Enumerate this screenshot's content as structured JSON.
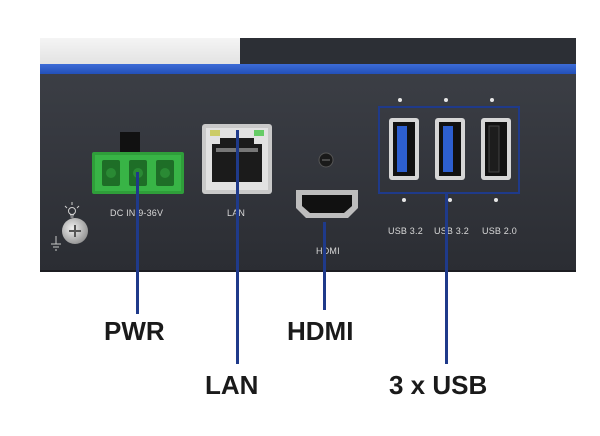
{
  "ports": {
    "pwr_label": "DC IN 9-36V",
    "lan_label": "LAN",
    "hdmi_label": "HDMI",
    "usb1_label": "USB 3.2",
    "usb2_label": "USB 3.2",
    "usb3_label": "USB 2.0"
  },
  "callouts": {
    "pwr": "PWR",
    "lan": "LAN",
    "hdmi": "HDMI",
    "usb": "3 x USB"
  },
  "colors": {
    "callout_line": "#1f3a8a",
    "accent_stripe": "#2a58c4",
    "terminal_green": "#2f9e3a",
    "usb3_blue": "#2d5fd0"
  },
  "icons": [
    "led-icon",
    "ground-icon",
    "screw-icon"
  ]
}
